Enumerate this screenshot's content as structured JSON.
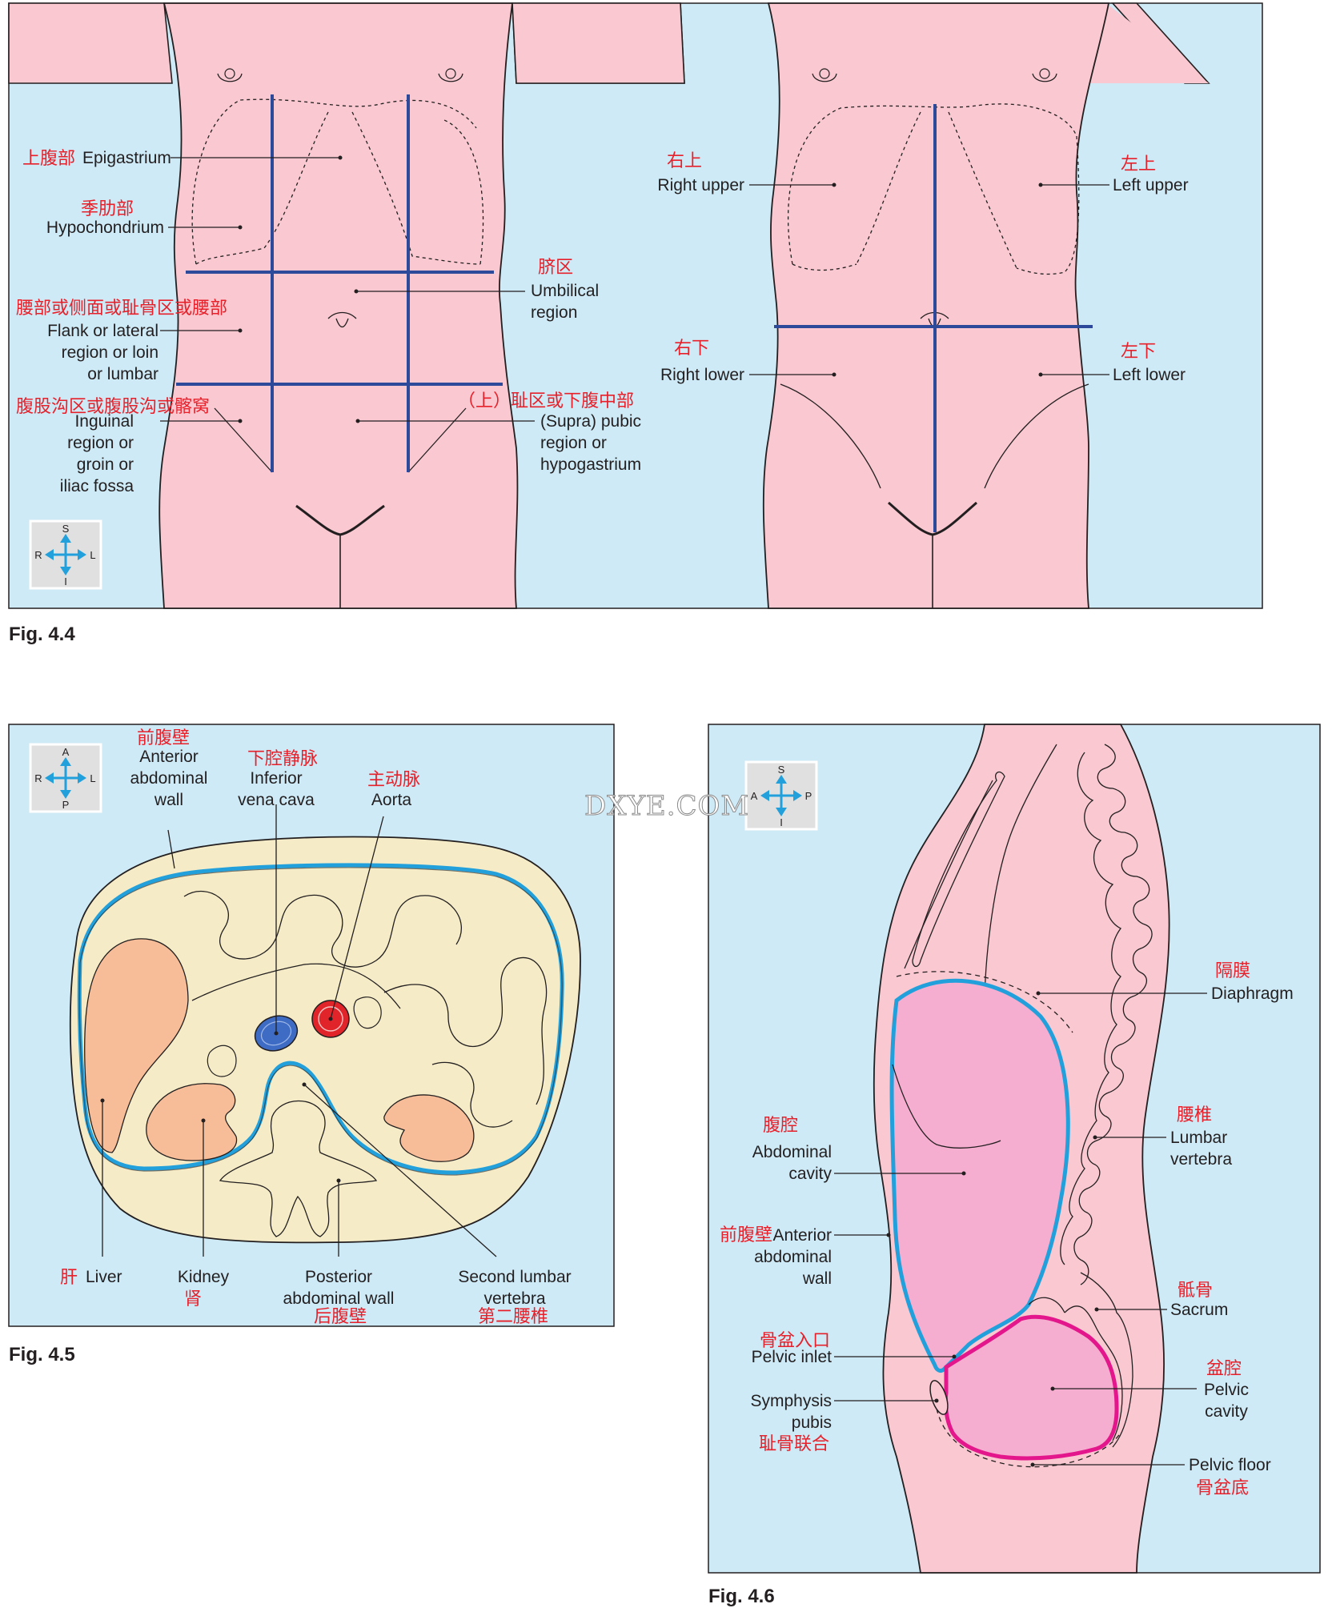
{
  "figures": {
    "fig44": {
      "caption": "Fig. 4.4",
      "nine_regions": {
        "epigastrium": {
          "zh": "上腹部",
          "en": "Epigastrium"
        },
        "hypochondrium": {
          "zh": "季肋部",
          "en": "Hypochondrium"
        },
        "flank": {
          "zh": "腰部或侧面或耻骨区或腰部",
          "en1": "Flank or lateral",
          "en2": "region or loin",
          "en3": "or lumbar"
        },
        "inguinal": {
          "zh": "腹股沟区或腹股沟或髂窝",
          "en1": "Inguinal",
          "en2": "region or",
          "en3": "groin or",
          "en4": "iliac fossa"
        },
        "umbilical": {
          "zh": "脐区",
          "en1": "Umbilical",
          "en2": "region"
        },
        "pubic": {
          "zh": "（上）耻区或下腹中部",
          "en1": "(Supra) pubic",
          "en2": "region or",
          "en3": "hypogastrium"
        }
      },
      "quadrants": {
        "right_upper": {
          "zh": "右上",
          "en": "Right upper"
        },
        "left_upper": {
          "zh": "左上",
          "en": "Left upper"
        },
        "right_lower": {
          "zh": "右下",
          "en": "Right lower"
        },
        "left_lower": {
          "zh": "左下",
          "en": "Left lower"
        }
      },
      "compass": {
        "top": "S",
        "bottom": "I",
        "left": "R",
        "right": "L"
      }
    },
    "fig45": {
      "caption": "Fig. 4.5",
      "compass": {
        "top": "A",
        "bottom": "P",
        "left": "R",
        "right": "L"
      },
      "anterior_wall": {
        "zh": "前腹壁",
        "en1": "Anterior",
        "en2": "abdominal",
        "en3": "wall"
      },
      "ivc": {
        "zh": "下腔静脉",
        "en1": "Inferior",
        "en2": "vena cava"
      },
      "aorta": {
        "zh": "主动脉",
        "en": "Aorta"
      },
      "liver": {
        "zh": "肝",
        "en": "Liver"
      },
      "kidney": {
        "zh": "肾",
        "en": "Kidney"
      },
      "posterior_wall": {
        "zh": "后腹壁",
        "en1": "Posterior",
        "en2": "abdominal wall"
      },
      "vertebra": {
        "zh": "第二腰椎",
        "en1": "Second lumbar",
        "en2": "vertebra"
      }
    },
    "fig46": {
      "caption": "Fig. 4.6",
      "compass": {
        "top": "S",
        "bottom": "I",
        "left": "A",
        "right": "P"
      },
      "diaphragm": {
        "zh": "隔膜",
        "en": "Diaphragm"
      },
      "abdominal_cavity": {
        "zh": "腹腔",
        "en1": "Abdominal",
        "en2": "cavity"
      },
      "lumbar_vertebra": {
        "zh": "腰椎",
        "en1": "Lumbar",
        "en2": "vertebra"
      },
      "anterior_wall": {
        "zh": "前腹壁",
        "en1": "Anterior",
        "en2": "abdominal",
        "en3": "wall"
      },
      "sacrum": {
        "zh": "骶骨",
        "en": "Sacrum"
      },
      "pelvic_inlet": {
        "zh": "骨盆入口",
        "en": "Pelvic inlet"
      },
      "pelvic_cavity": {
        "zh": "盆腔",
        "en1": "Pelvic",
        "en2": "cavity"
      },
      "symphysis": {
        "zh": "耻骨联合",
        "en1": "Symphysis",
        "en2": "pubis"
      },
      "pelvic_floor": {
        "zh": "骨盆底",
        "en": "Pelvic floor"
      }
    }
  },
  "watermark": "DXYE.COM",
  "colors": {
    "background_blue": "#cdeaf6",
    "skin_pink": "#f9c8d0",
    "region_line_blue": "#2d4a9a",
    "label_red": "#e8202a",
    "tissue_cream": "#f5ecc7",
    "organ_orange": "#f7bd98",
    "membrane_blue": "#22a0dc",
    "pelvic_magenta": "#e3168c",
    "cavity_pink": "#f6aed0",
    "ivc_blue": "#3e6cc4",
    "aorta_red": "#e0242a"
  }
}
